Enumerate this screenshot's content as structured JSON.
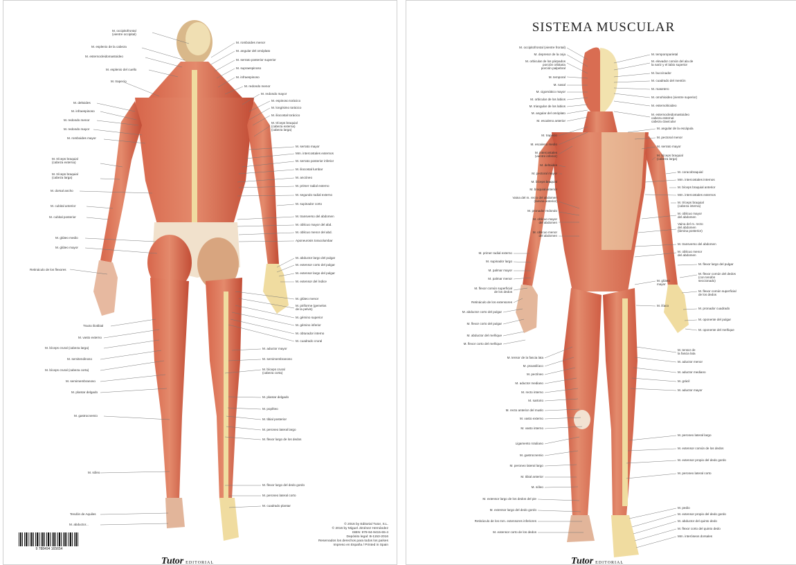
{
  "front": {
    "title": "SISTEMA MUSCULAR",
    "logo": "Tutor",
    "logo_sub": "EDITORIAL"
  },
  "back": {
    "logo": "Tutor",
    "logo_sub": "EDITORIAL",
    "copyright_lines": [
      "© 2016 by Editorial Tutor, S.L.",
      "© 2016 by Miguel Jiménez Hernández",
      "ISBN: 978-84-9415-65-4",
      "Depósito legal: B-1153-2016",
      "Reservados los derechos para todos los países",
      "Impreso en España / Printed in Spain"
    ]
  },
  "colors": {
    "muscle": "#c9543e",
    "muscle_light": "#e2836a",
    "tendon": "#f0e0b8",
    "bone": "#f3e3a6",
    "line": "#555555"
  }
}
